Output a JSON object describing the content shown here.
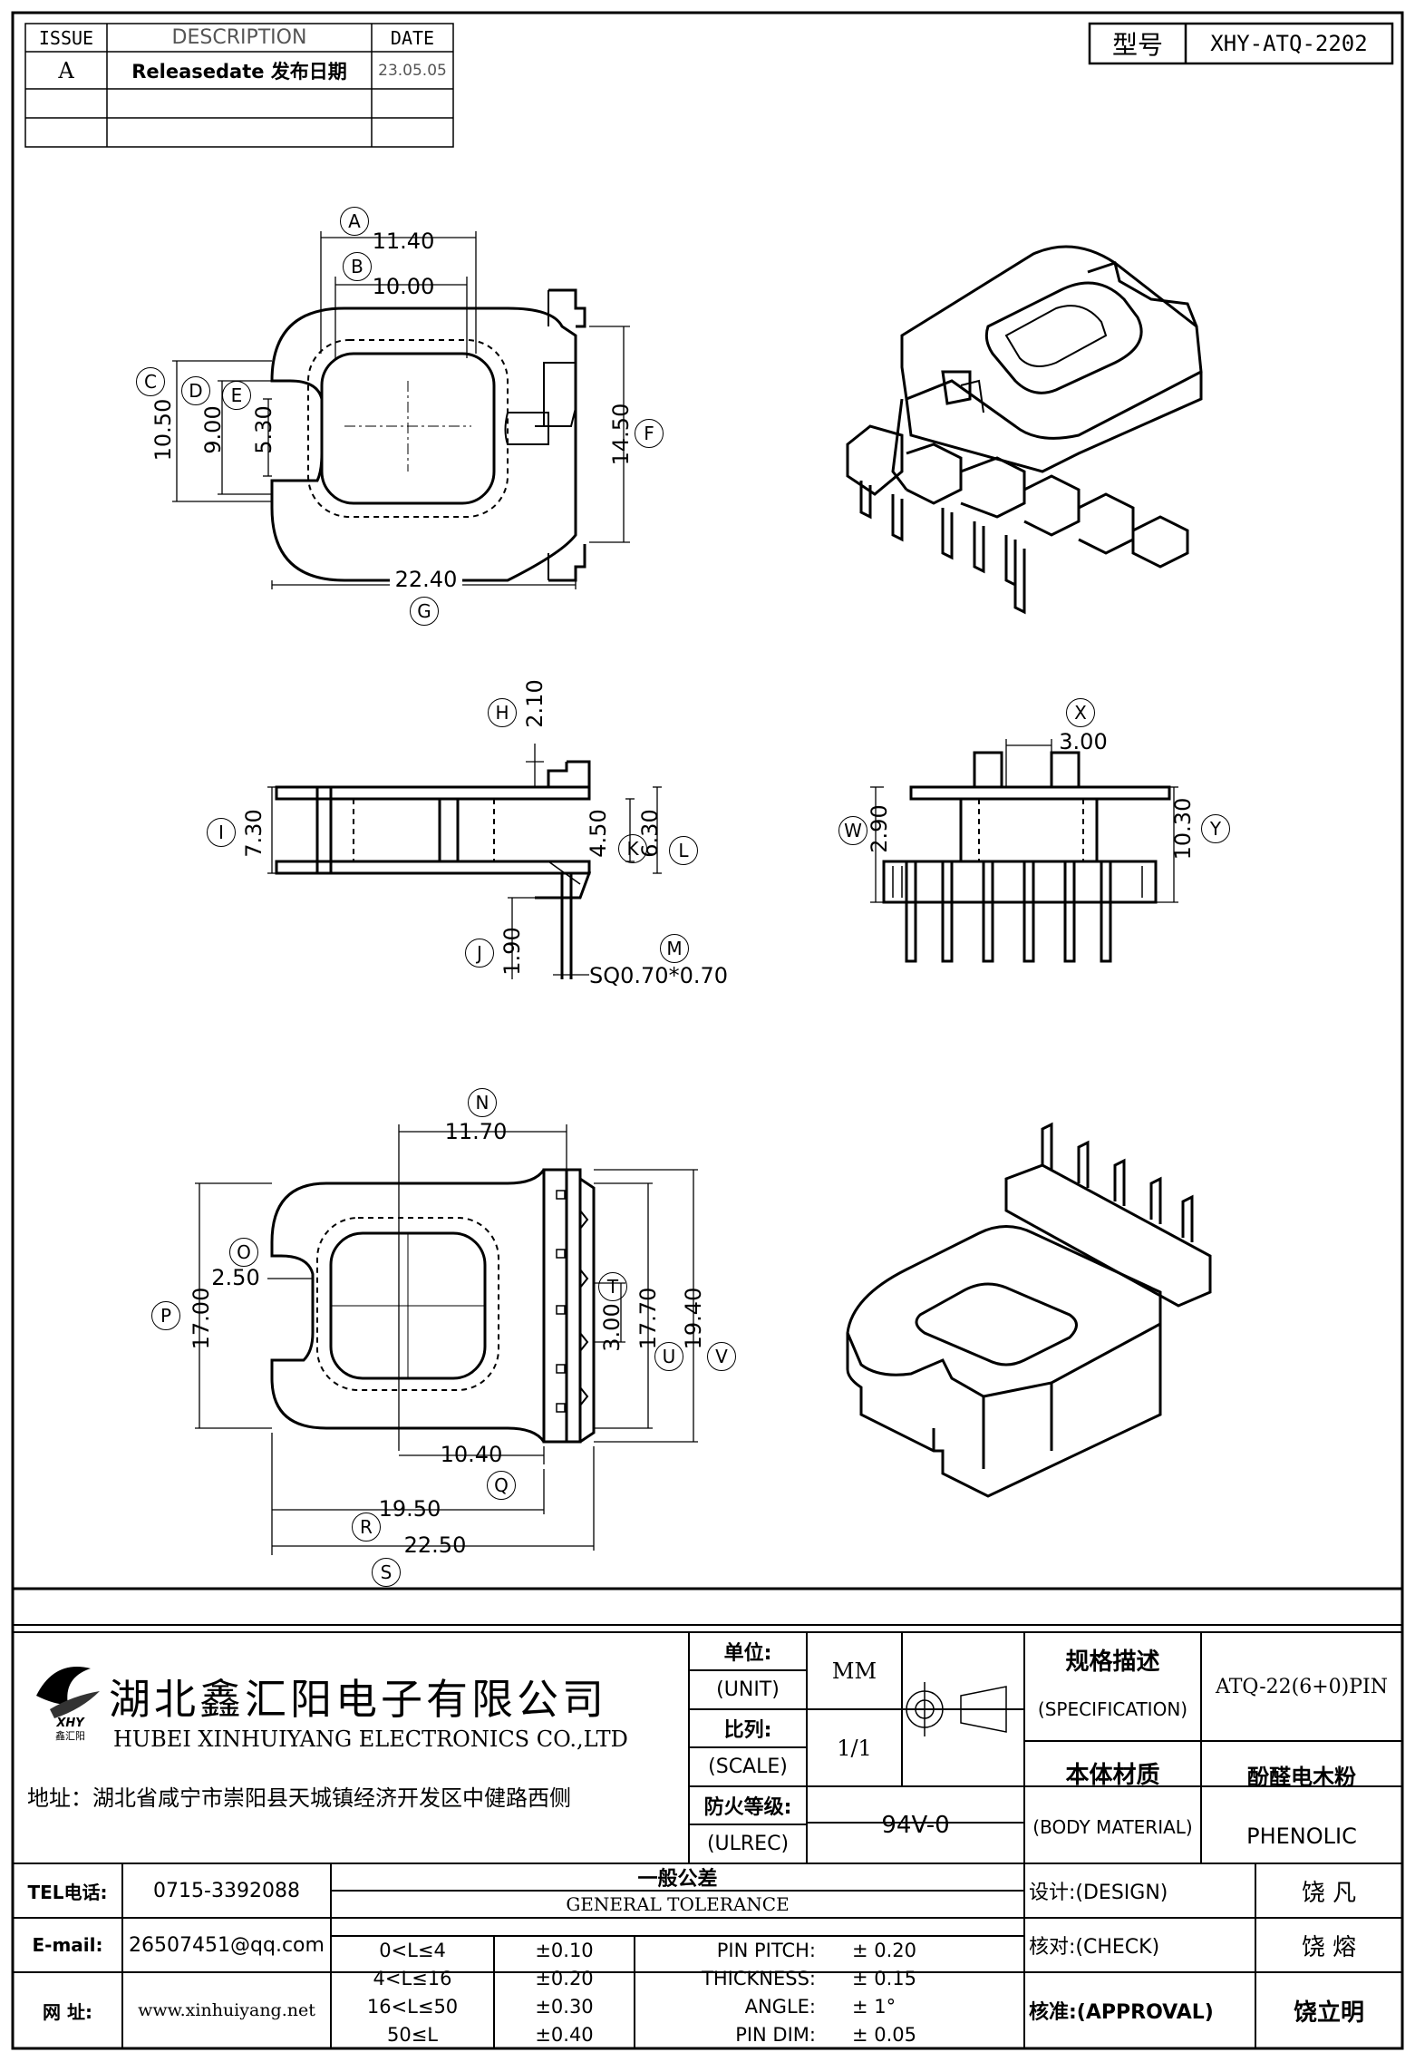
{
  "revision": {
    "headers": [
      "ISSUE",
      "DESCRIPTION",
      "DATE"
    ],
    "rows": [
      {
        "issue": "A",
        "description": "Releasedate 发布日期",
        "date": "23.05.05"
      },
      {
        "issue": "",
        "description": "",
        "date": ""
      },
      {
        "issue": "",
        "description": "",
        "date": ""
      }
    ]
  },
  "model": {
    "label": "型号",
    "value": "XHY-ATQ-2202"
  },
  "top_view": {
    "dims": {
      "a": "11.40",
      "b": "10.00",
      "c": "10.50",
      "d": "9.00",
      "e": "5.30",
      "f": "14.50",
      "g": "22.40"
    },
    "callouts": {
      "a": "A",
      "b": "B",
      "c": "C",
      "d": "D",
      "e": "E",
      "f": "F",
      "g": "G"
    }
  },
  "side_view": {
    "dims": {
      "h": "2.10",
      "i": "7.30",
      "k": "4.50",
      "l": "6.30",
      "j": "1.90",
      "m": "SQ0.70*0.70"
    },
    "callouts": {
      "h": "H",
      "i": "I",
      "k": "K",
      "l": "L",
      "j": "J",
      "m": "M"
    }
  },
  "front_view": {
    "dims": {
      "x": "3.00",
      "w": "2.90",
      "y": "10.30"
    },
    "callouts": {
      "x": "X",
      "w": "W",
      "y": "Y"
    }
  },
  "bottom_view": {
    "dims": {
      "n": "11.70",
      "o": "2.50",
      "p": "17.00",
      "t": "3.00",
      "u": "17.70",
      "v": "19.40",
      "q": "10.40",
      "r": "19.50",
      "s": "22.50"
    },
    "callouts": {
      "n": "N",
      "o": "O",
      "p": "P",
      "t": "T",
      "u": "U",
      "v": "V",
      "q": "Q",
      "r": "R",
      "s": "S"
    }
  },
  "title_block": {
    "company_cn": "湖北鑫汇阳电子有限公司",
    "company_en": "HUBEI XINHUIYANG ELECTRONICS CO.,LTD",
    "logo_text": "XHY",
    "logo_sub": "鑫汇阳",
    "address": "地址：湖北省咸宁市崇阳县天城镇经济开发区中健路西侧",
    "unit": {
      "cn": "单位:",
      "en": "(UNIT)",
      "value": "MM"
    },
    "scale": {
      "cn": "比列:",
      "en": "(SCALE)",
      "value": "1/1"
    },
    "ulrec": {
      "cn": "防火等级:",
      "en": "(ULREC)",
      "value": "94V-0"
    },
    "spec": {
      "cn": "规格描述",
      "en": "(SPECIFICATION)",
      "value": "ATQ-22(6+0)PIN"
    },
    "material": {
      "cn": "本体材质",
      "en": "(BODY MATERIAL)",
      "value_cn": "酚醛电木粉",
      "value_en": "PHENOLIC"
    },
    "tel": {
      "label": "TEL电话:",
      "value": "0715-3392088"
    },
    "email": {
      "label": "E-mail:",
      "value": "26507451@qq.com"
    },
    "web": {
      "label": "网  址:",
      "value": "www.xinhuiyang.net"
    },
    "tolerance": {
      "title_cn": "一般公差",
      "title_en": "GENERAL TOLERANCE",
      "ranges": [
        {
          "range": "0<L≤4",
          "tol": "±0.10"
        },
        {
          "range": "4<L≤16",
          "tol": "±0.20"
        },
        {
          "range": "16<L≤50",
          "tol": "±0.30"
        },
        {
          "range": "50≤L",
          "tol": "±0.40"
        }
      ],
      "pins": [
        {
          "name": "PIN PITCH:",
          "tol": "± 0.20"
        },
        {
          "name": "THICKNESS:",
          "tol": "± 0.15"
        },
        {
          "name": "ANGLE:",
          "tol": "± 1°"
        },
        {
          "name": "PIN DIM:",
          "tol": "± 0.05"
        }
      ]
    },
    "design": {
      "label": "设计:(DESIGN)",
      "name": "饶  凡"
    },
    "check": {
      "label": "核对:(CHECK)",
      "name": "饶  熔"
    },
    "approval": {
      "label": "核准:(APPROVAL)",
      "name": "饶立明"
    }
  }
}
